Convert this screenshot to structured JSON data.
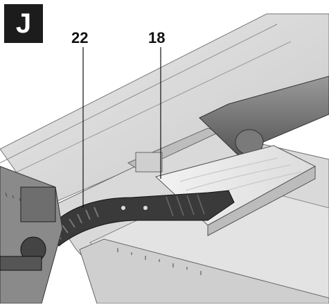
{
  "figure": {
    "panel_label": "J",
    "callouts": [
      {
        "number": "22"
      },
      {
        "number": "18"
      }
    ],
    "description_colors": {
      "ink": "#111111",
      "paper": "#ffffff",
      "label_bg": "#1c1c1c"
    }
  }
}
